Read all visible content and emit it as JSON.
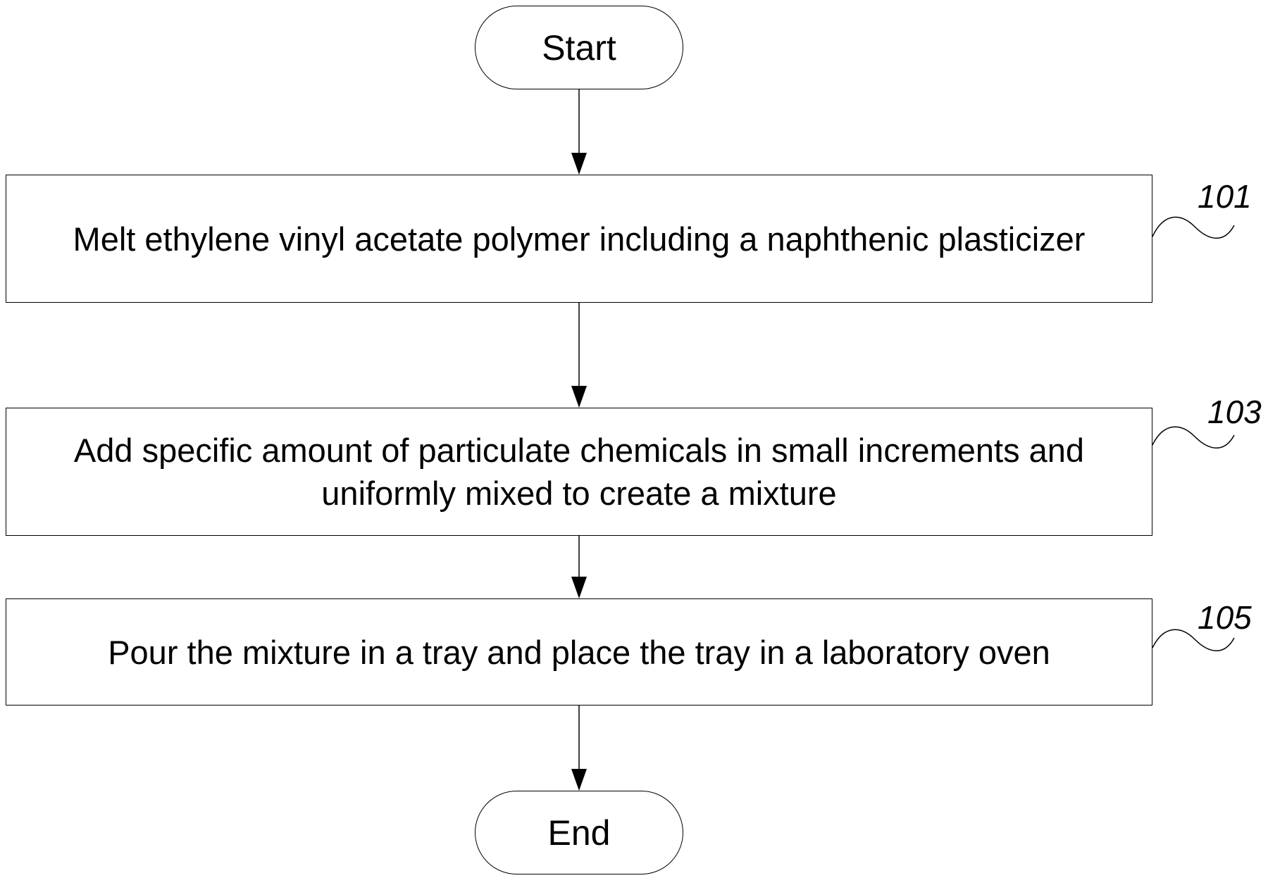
{
  "flowchart": {
    "start": {
      "label": "Start"
    },
    "steps": [
      {
        "id": "101",
        "lines": [
          "Melt ethylene vinyl acetate polymer including a naphthenic plasticizer"
        ]
      },
      {
        "id": "103",
        "lines": [
          "Add specific amount of particulate chemicals in small increments and",
          "uniformly mixed to create a mixture"
        ]
      },
      {
        "id": "105",
        "lines": [
          "Pour the mixture in a tray and place the tray in a laboratory oven"
        ]
      }
    ],
    "end": {
      "label": "End"
    }
  }
}
